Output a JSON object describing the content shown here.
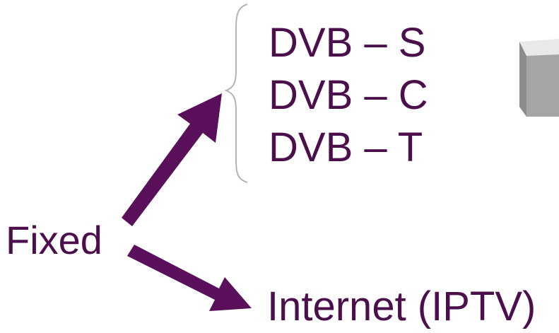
{
  "colors": {
    "text": "#4b0f4b",
    "arrow": "#5a0f5a",
    "brace": "#b4b4b4",
    "device_top": "#e9e9e9",
    "device_front": "#a5a5a5",
    "device_side": "#8c8c8c"
  },
  "broadcast": {
    "items": [
      {
        "label": "DVB – S"
      },
      {
        "label": "DVB – C"
      },
      {
        "label": "DVB –  T"
      }
    ]
  },
  "source": {
    "label": "Fixed"
  },
  "internet": {
    "label": "Internet (IPTV)"
  },
  "icons": {
    "brace": "left-curly-brace-icon",
    "device": "set-top-box-icon",
    "arrow_up": "arrow-up-right-icon",
    "arrow_down": "arrow-down-right-icon"
  }
}
